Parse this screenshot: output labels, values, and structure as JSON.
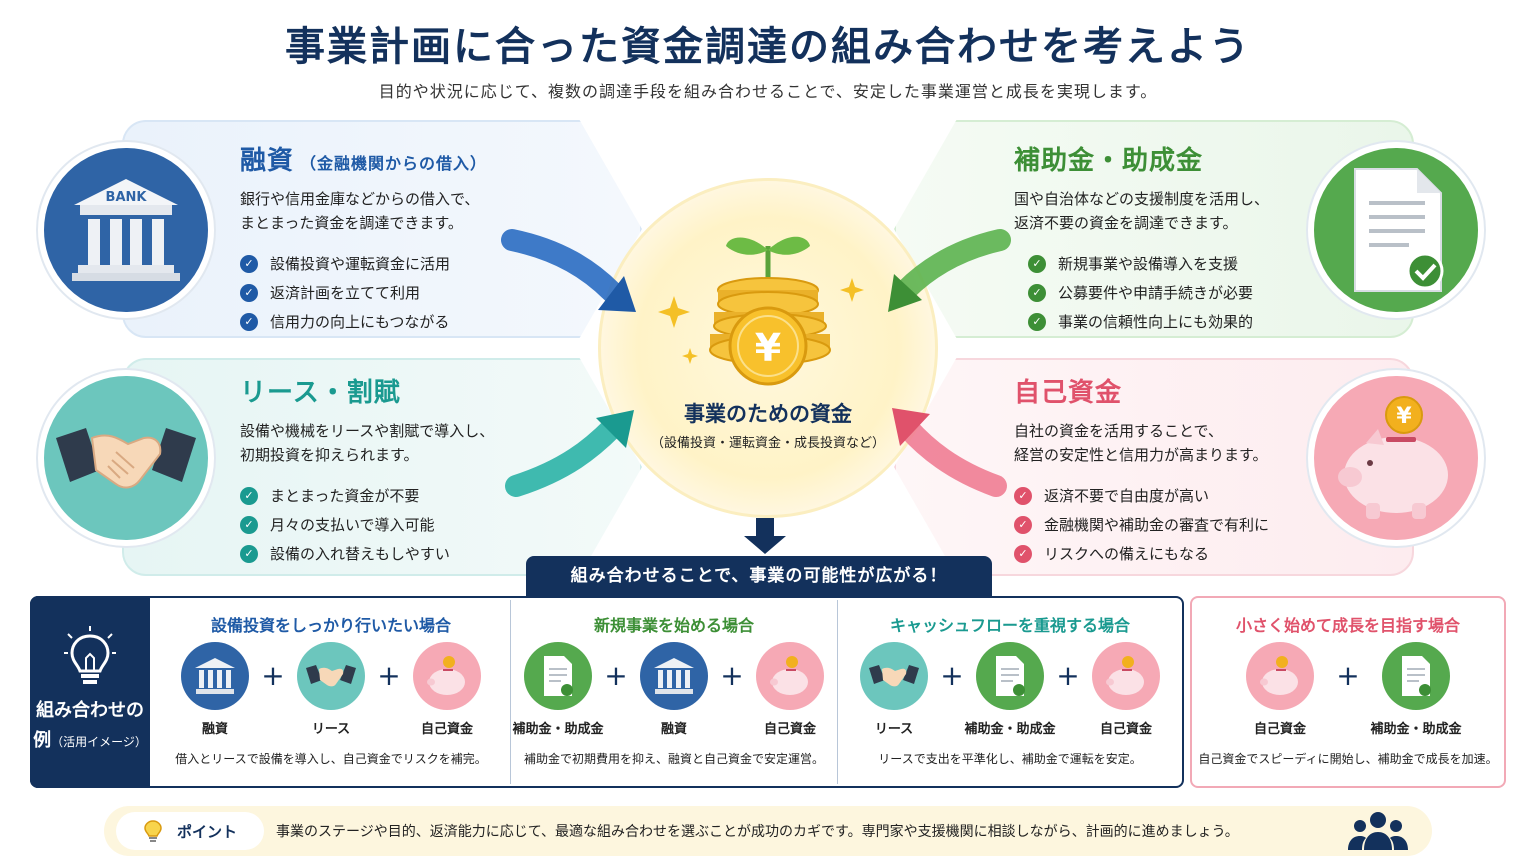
{
  "header": {
    "title": "事業計画に合った資金調達の組み合わせを考えよう",
    "subtitle": "目的や状況に応じて、複数の調達手段を組み合わせることで、安定した事業運営と成長を実現します。"
  },
  "colors": {
    "navy": "#13315c",
    "blue": "#2f64a6",
    "teal": "#1a9a90",
    "green": "#3d8f36",
    "pink": "#e0526b",
    "gold": "#f2b01e"
  },
  "quadrants": {
    "loan": {
      "title": "融資",
      "title_note": "（金融機関からの借入）",
      "desc": [
        "銀行や信用金庫などからの借入で、",
        "まとまった資金を調達できます。"
      ],
      "bullets": [
        "設備投資や運転資金に活用",
        "返済計画を立てて利用",
        "信用力の向上にもつながる"
      ],
      "icon": "bank-icon",
      "icon_text": "BANK"
    },
    "lease": {
      "title": "リース・割賦",
      "desc": [
        "設備や機械をリースや割賦で導入し、",
        "初期投資を抑えられます。"
      ],
      "bullets": [
        "まとまった資金が不要",
        "月々の支払いで導入可能",
        "設備の入れ替えもしやすい"
      ],
      "icon": "handshake-icon"
    },
    "subsidy": {
      "title": "補助金・助成金",
      "desc": [
        "国や自治体などの支援制度を活用し、",
        "返済不要の資金を調達できます。"
      ],
      "bullets": [
        "新規事業や設備導入を支援",
        "公募要件や申請手続きが必要",
        "事業の信頼性向上にも効果的"
      ],
      "icon": "document-check-icon"
    },
    "own": {
      "title": "自己資金",
      "desc": [
        "自社の資金を活用することで、",
        "経営の安定性と信用力が高まります。"
      ],
      "bullets": [
        "返済不要で自由度が高い",
        "金融機関や補助金の審査で有利に",
        "リスクへの備えにもなる"
      ],
      "icon": "piggy-bank-icon"
    }
  },
  "center": {
    "title": "事業のための資金",
    "subtitle": "（設備投資・運転資金・成長投資など）",
    "icon": "yen-coin-sprout-icon",
    "coin_symbol": "¥"
  },
  "banner": "組み合わせることで、事業の可能性が広がる！",
  "examples": {
    "label_main": "組み合わせの",
    "label_sub": "例",
    "label_note": "（活用イメージ）",
    "plus": "+",
    "items": [
      {
        "title": "設備投資をしっかり行いたい場合",
        "parts": [
          "融資",
          "リース",
          "自己資金"
        ],
        "note": "借入とリースで設備を導入し、自己資金でリスクを補完。"
      },
      {
        "title": "新規事業を始める場合",
        "parts": [
          "補助金・助成金",
          "融資",
          "自己資金"
        ],
        "note": "補助金で初期費用を抑え、融資と自己資金で安定運営。"
      },
      {
        "title": "キャッシュフローを重視する場合",
        "parts": [
          "リース",
          "補助金・助成金",
          "自己資金"
        ],
        "note": "リースで支出を平準化し、補助金で運転を安定。"
      },
      {
        "title": "小さく始めて成長を目指す場合",
        "parts": [
          "自己資金",
          "補助金・助成金"
        ],
        "note": "自己資金でスピーディに開始し、補助金で成長を加速。"
      }
    ]
  },
  "point": {
    "label": "ポイント",
    "text": "事業のステージや目的、返済能力に応じて、最適な組み合わせを選ぶことが成功のカギです。専門家や支援機関に相談しながら、計画的に進めましょう。",
    "icon": "people-group-icon"
  }
}
